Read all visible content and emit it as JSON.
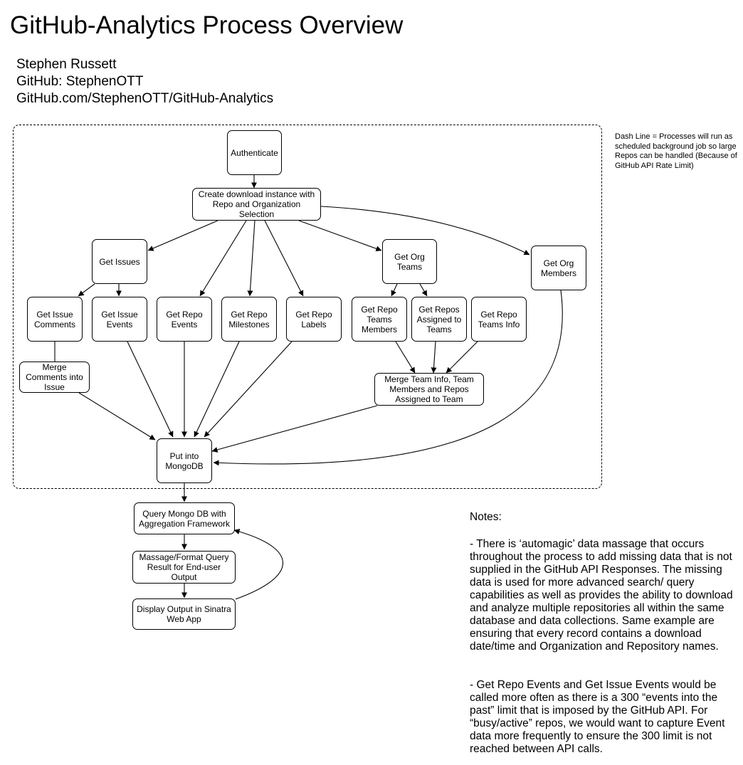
{
  "title": "GitHub-Analytics Process Overview",
  "author": {
    "name": "Stephen Russett",
    "github": "GitHub: StephenOTT",
    "repo": "GitHub.com/StephenOTT/GitHub-Analytics"
  },
  "dash_note": "Dash Line = Processes will run as scheduled background job so large Repos can be handled (Because of GitHub API Rate Limit)",
  "nodes": {
    "authenticate": "Authenticate",
    "create_instance": "Create download instance with Repo and Organization Selection",
    "get_issues": "Get Issues",
    "get_org_teams": "Get Org Teams",
    "get_org_members": "Get Org Members",
    "get_issue_comments": "Get Issue Comments",
    "get_issue_events": "Get Issue Events",
    "get_repo_events": "Get Repo Events",
    "get_repo_milestones": "Get Repo Milestones",
    "get_repo_labels": "Get Repo Labels",
    "get_repo_teams_members": "Get Repo Teams Members",
    "get_repos_assigned_to_teams": "Get Repos Assigned to Teams",
    "get_repo_teams_info": "Get Repo Teams Info",
    "merge_comments": "Merge Comments into Issue",
    "merge_team_info": "Merge Team Info, Team Members and Repos Assigned to Team",
    "put_into_mongodb": "Put into MongoDB",
    "query_mongo": "Query Mongo DB with Aggregation Framework",
    "massage_format": "Massage/Format Query Result for End-user Output",
    "display_output": "Display Output in Sinatra Web App"
  },
  "notes": {
    "heading": "Notes:",
    "paragraph1": "- There is ‘automagic’ data massage that occurs throughout the process to add missing data that is not supplied in the GitHub API Responses.  The missing data is used for more advanced search/ query capabilities as well as provides the ability to download and analyze multiple repositories all within the same database and data collections. Same example are ensuring that every record contains a download date/time and Organization and Repository names.",
    "paragraph2": "- Get Repo Events and Get Issue Events would be called more often as there is a 300 “events into the past” limit that is imposed by the GitHub API. For “busy/active” repos, we would want to capture Event data more frequently to ensure the 300 limit is not reached between API calls."
  }
}
